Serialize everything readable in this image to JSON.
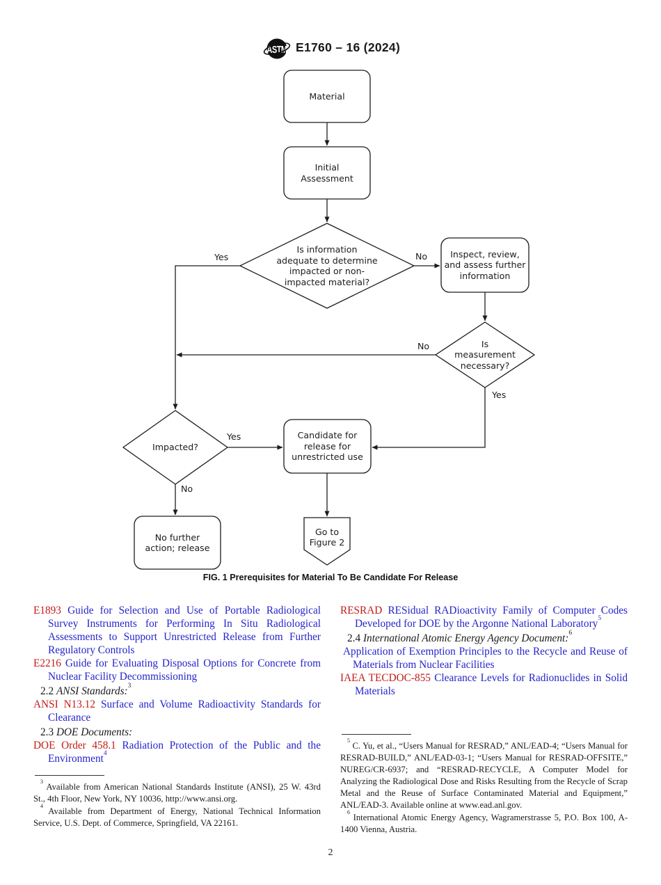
{
  "header": {
    "designation": "E1760 – 16 (2024)",
    "logo_text": "ASTM"
  },
  "colors": {
    "link_red": "#c11b17",
    "link_blue": "#2424cc",
    "line_color": "#1c1c1c"
  },
  "flowchart": {
    "nodes": {
      "material": "Material",
      "initial_assessment": "Initial\nAssessment",
      "info_adequate": "Is information\nadequate to determine\nimpacted or non-\nimpacted material?",
      "inspect": "Inspect, review,\nand assess further\ninformation",
      "measurement_necessary": "Is\nmeasurement\nnecessary?",
      "impacted": "Impacted?",
      "candidate": "Candidate for\nrelease for\nunrestricted use",
      "no_further_action": "No further\naction; release",
      "goto_figure2": "Go to\nFigure 2"
    },
    "edge_labels": {
      "yes_info": "Yes",
      "no_info": "No",
      "no_measurement": "No",
      "yes_measurement": "Yes",
      "yes_impacted": "Yes",
      "no_impacted": "No"
    },
    "caption": "FIG. 1 Prerequisites for Material To Be Candidate For Release"
  },
  "left_col": {
    "e1893": {
      "code": "E1893",
      "title": "Guide for Selection and Use of Portable Radiological Survey Instruments for Performing In Situ Radiological Assessments to Support Unrestricted Release from Further Regulatory Controls"
    },
    "e2216": {
      "code": "E2216",
      "title": "Guide for Evaluating Disposal Options for Concrete from Nuclear Facility Decommissioning"
    },
    "sec22": {
      "num": "2.2",
      "label": "ANSI Standards:",
      "sup": "3"
    },
    "ansi": {
      "code": "ANSI N13.12",
      "title": "Surface and Volume Radioactivity Standards for Clearance"
    },
    "sec23": {
      "num": "2.3",
      "label": "DOE Documents:"
    },
    "doe": {
      "code": "DOE Order 458.1",
      "title": "Radiation Protection of the Public and the Environment",
      "sup": "4"
    },
    "fn3": {
      "sup": "3",
      "text": "Available from American National Standards Institute (ANSI), 25 W. 43rd St., 4th Floor, New York, NY 10036, http://www.ansi.org."
    },
    "fn4": {
      "sup": "4",
      "text": "Available from Department of Energy, National Technical Information Service, U.S. Dept. of Commerce, Springfield, VA 22161."
    }
  },
  "right_col": {
    "resrad": {
      "code": "RESRAD",
      "title": "RESidual RADioactivity Family of Computer Codes Developed for DOE by the Argonne National Laboratory",
      "sup": "5"
    },
    "sec24": {
      "num": "2.4",
      "label": "International Atomic Energy Agency Document:",
      "sup": "6"
    },
    "iaea_application": {
      "title": "Application of Exemption Principles to the Recycle and Reuse of Materials from Nuclear Facilities"
    },
    "tecdoc": {
      "code": "IAEA TECDOC-855",
      "title": "Clearance Levels for Radionuclides in Solid Materials"
    },
    "fn5": {
      "sup": "5",
      "text": "C. Yu, et al., “Users Manual for RESRAD,” ANL/EAD-4; “Users Manual for RESRAD-BUILD,” ANL/EAD-03-1; “Users Manual for RESRAD-OFFSITE,” NUREG/CR-6937; and “RESRAD-RECYCLE, A Computer Model for Analyzing the Radiological Dose and Risks Resulting from the Recycle of Scrap Metal and the Reuse of Surface Contaminated Material and Equipment,” ANL/EAD-3. Available online at www.ead.anl.gov."
    },
    "fn6": {
      "sup": "6",
      "text": "International Atomic Energy Agency, Wagramerstrasse 5, P.O. Box 100, A-1400 Vienna, Austria."
    }
  },
  "footer": {
    "page_number": "2"
  }
}
